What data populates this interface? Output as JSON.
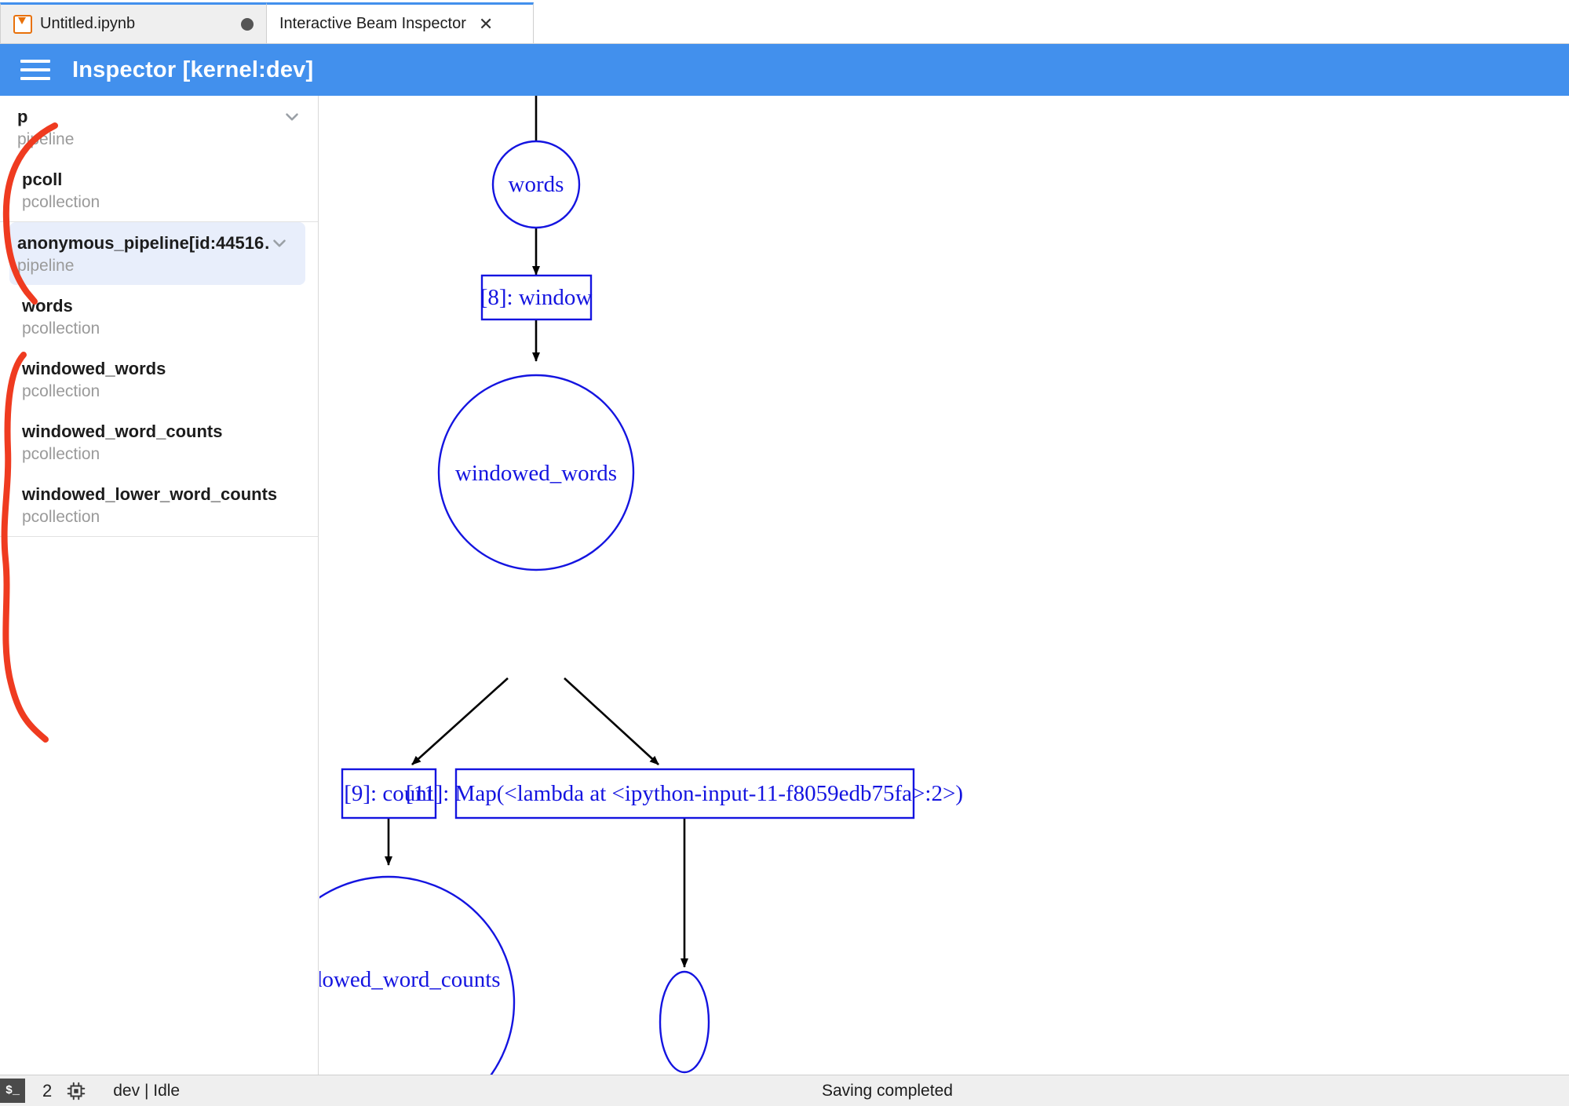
{
  "tabs": [
    {
      "label": "Untitled.ipynb",
      "icon": "notebook-icon",
      "dirty": true,
      "closable": false,
      "active": false
    },
    {
      "label": "Interactive Beam Inspector",
      "icon": "",
      "dirty": false,
      "closable": true,
      "active": true
    }
  ],
  "toolbar": {
    "menu_icon": "hamburger-icon",
    "title": "Inspector [kernel:dev]",
    "accent_color": "#4290ed"
  },
  "sidebar": {
    "selected_highlight_color": "#e8eefb",
    "groups": [
      {
        "items": [
          {
            "name": "p",
            "type": "pipeline",
            "expandable": true,
            "indent": false,
            "selected": false
          },
          {
            "name": "pcoll",
            "type": "pcollection",
            "expandable": false,
            "indent": true,
            "selected": false
          }
        ]
      },
      {
        "items": [
          {
            "name": "anonymous_pipeline[id:44516…",
            "type": "pipeline",
            "expandable": true,
            "indent": false,
            "selected": true
          },
          {
            "name": "words",
            "type": "pcollection",
            "expandable": false,
            "indent": true,
            "selected": false
          },
          {
            "name": "windowed_words",
            "type": "pcollection",
            "expandable": false,
            "indent": true,
            "selected": false
          },
          {
            "name": "windowed_word_counts",
            "type": "pcollection",
            "expandable": false,
            "indent": true,
            "selected": false
          },
          {
            "name": "windowed_lower_word_counts",
            "type": "pcollection",
            "expandable": false,
            "indent": true,
            "selected": false
          }
        ]
      }
    ]
  },
  "graph": {
    "node_color": "#1414e0",
    "edge_color": "#000000",
    "nodes": [
      {
        "id": "words",
        "label": "words",
        "shape": "circle"
      },
      {
        "id": "window",
        "label": "[8]: window",
        "shape": "box"
      },
      {
        "id": "windowed_words",
        "label": "windowed_words",
        "shape": "circle"
      },
      {
        "id": "count",
        "label": "[9]: count",
        "shape": "box"
      },
      {
        "id": "map",
        "label": "[11]: Map(<lambda at <ipython-input-11-f8059edb75fa>:2>)",
        "shape": "box"
      },
      {
        "id": "windowed_word_counts",
        "label": "windowed_word_counts",
        "shape": "circle"
      },
      {
        "id": "unnamed",
        "label": "",
        "shape": "circle"
      }
    ],
    "edges": [
      {
        "from": "",
        "to": "words"
      },
      {
        "from": "words",
        "to": "window"
      },
      {
        "from": "window",
        "to": "windowed_words"
      },
      {
        "from": "windowed_words",
        "to": "count"
      },
      {
        "from": "windowed_words",
        "to": "map"
      },
      {
        "from": "count",
        "to": "windowed_word_counts"
      },
      {
        "from": "map",
        "to": "unnamed"
      }
    ]
  },
  "annotations": {
    "color": "#ef3b20",
    "marks": [
      {
        "name": "bracket-pipeline-p"
      },
      {
        "name": "bracket-anonymous-pipeline"
      }
    ]
  },
  "statusbar": {
    "terminal_icon": "terminal-icon",
    "terminal_label": "$_",
    "count": "2",
    "kernel_icon": "cpu-icon",
    "kernel_status": "dev | Idle",
    "save_status": "Saving completed"
  }
}
